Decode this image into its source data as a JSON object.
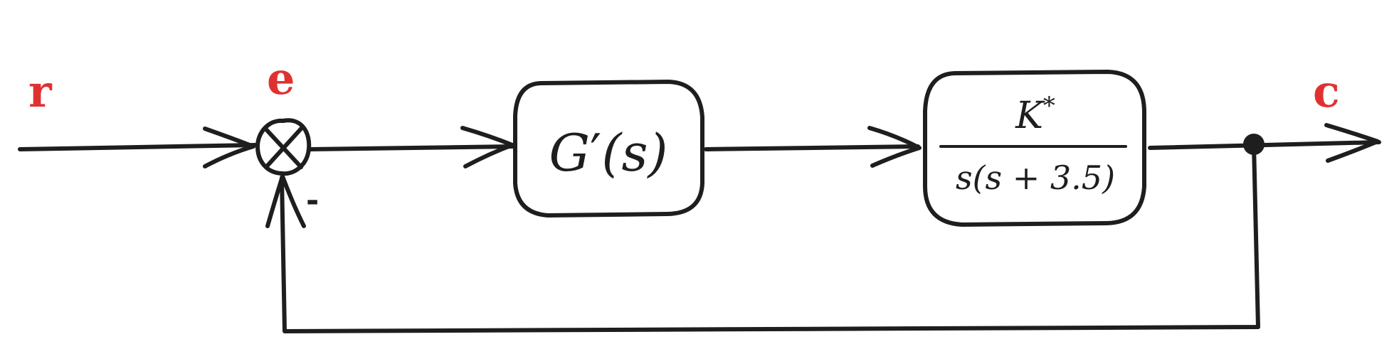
{
  "signals": {
    "input": "r",
    "error": "e",
    "output": "c"
  },
  "summing_junction": {
    "feedback_sign": "-"
  },
  "blocks": {
    "controller": {
      "tf_name": "G",
      "tf_prime": "′",
      "tf_arg": "(s)"
    },
    "plant": {
      "gain_symbol": "K",
      "gain_superscript": "*",
      "denominator": "s(s + 3.5)"
    }
  },
  "colors": {
    "stroke": "#1e1e1e",
    "signal_label": "#e03131",
    "background": "#ffffff"
  }
}
